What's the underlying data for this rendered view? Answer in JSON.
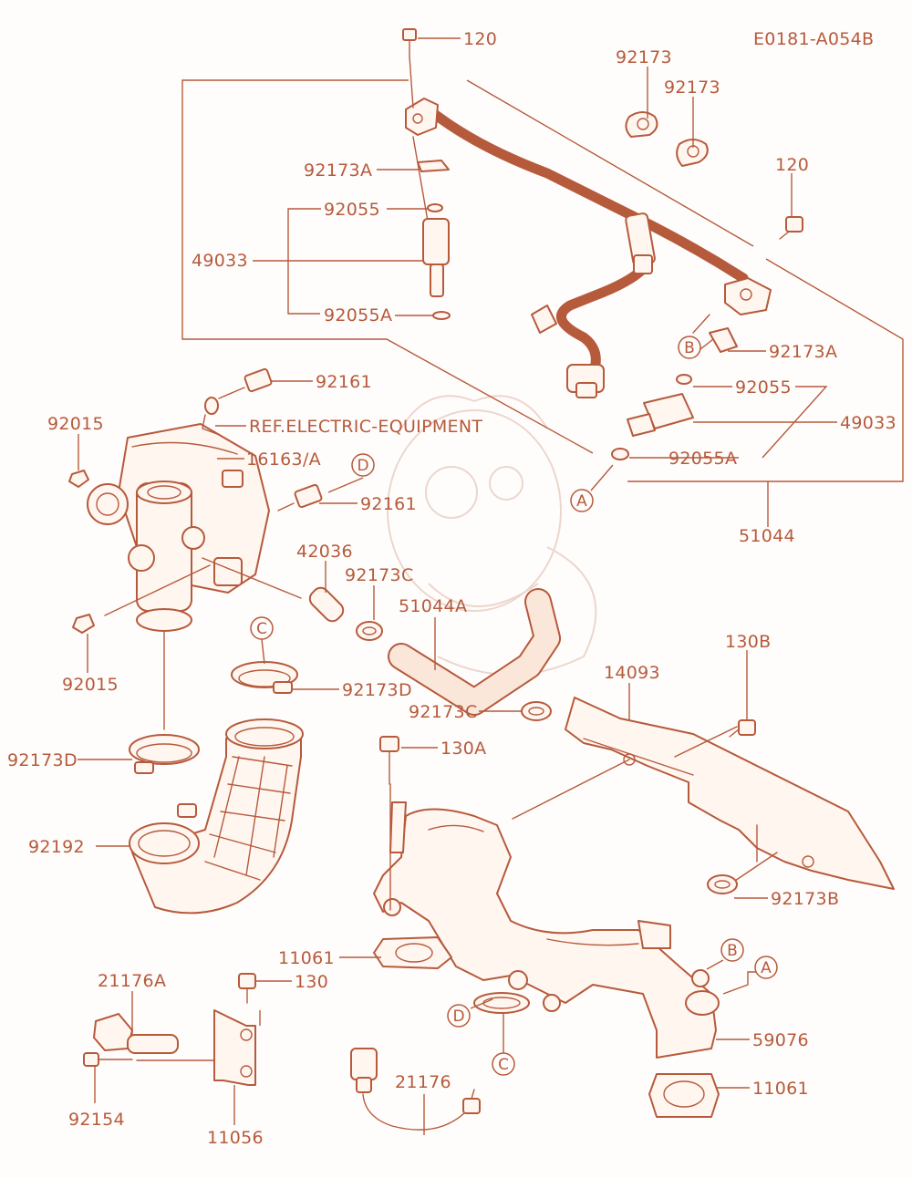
{
  "drawing_code": "E0181-A054B",
  "labels": {
    "p120_top": "120",
    "p92173_a": "92173",
    "p92173_b": "92173",
    "p120_right": "120",
    "p92173A_top": "92173A",
    "p92055_top": "92055",
    "p49033_left": "49033",
    "p92055A_top": "92055A",
    "p92173A_right": "92173A",
    "p92055_right": "92055",
    "p49033_right": "49033",
    "p92055A_right": "92055A",
    "p51044": "51044",
    "p92161_top": "92161",
    "p92015_top": "92015",
    "ref_electric": "REF.ELECTRIC-EQUIPMENT",
    "p16163": "16163/A",
    "p92161_mid": "92161",
    "p42036": "42036",
    "p92173C_top": "92173C",
    "p51044A": "51044A",
    "p92015_bottom": "92015",
    "p92173D_right": "92173D",
    "p130B": "130B",
    "p14093": "14093",
    "p92173C_mid": "92173C",
    "p130A": "130A",
    "p92173D_left": "92173D",
    "p92192": "92192",
    "p92173B": "92173B",
    "p11061_left": "11061",
    "p21176A": "21176A",
    "p130": "130",
    "p59076": "59076",
    "p21176": "21176",
    "p11061_right": "11061",
    "p92154": "92154",
    "p11056": "11056"
  },
  "markers": {
    "B_top": "B",
    "D_top": "D",
    "A_mid": "A",
    "C_top": "C",
    "B_bottom": "B",
    "A_bottom": "A",
    "D_bottom": "D",
    "C_bottom": "C"
  },
  "colors": {
    "line": "#b65a3c",
    "fill": "#fff6f0",
    "background": "#fffdfb"
  }
}
